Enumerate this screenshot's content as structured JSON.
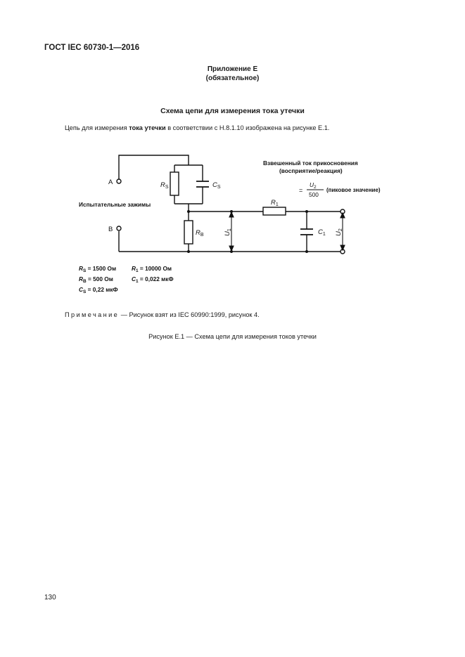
{
  "header": {
    "doc_code": "ГОСТ IEC 60730-1—2016"
  },
  "annex": {
    "title": "Приложение Е",
    "status": "(обязательное)"
  },
  "section": {
    "title": "Схема цепи для измерения тока утечки",
    "intro_before": "Цепь для измерения ",
    "intro_bold": "тока утечки",
    "intro_after": " в соответствии с H.8.1.10 изображена на рисунке Е.1."
  },
  "circuit": {
    "label_a": "A",
    "label_b": "B",
    "test_terminals": "Испытательные зажимы",
    "rs": "R",
    "rs_sub": "S",
    "cs": "C",
    "cs_sub": "S",
    "rb": "R",
    "rb_sub": "B",
    "r1": "R",
    "r1_sub": "1",
    "c1": "C",
    "c1_sub": "1",
    "u1": "U",
    "u1_sub": "1",
    "u2": "U",
    "u2_sub": "2",
    "weighted_title": "Взвешенный ток прикосновения",
    "weighted_subtitle": "(восприятие/реакция)",
    "formula_eq": "=",
    "formula_num": "U",
    "formula_num_sub": "2",
    "formula_den": "500",
    "formula_note": "(пиковое значение)",
    "values": {
      "rs_val": " = 1500 Ом",
      "rb_val": " = 500 Ом",
      "cs_val": " = 0,22 мкФ",
      "r1_val": " = 10000 Ом",
      "c1_val": " = 0,022 мкФ"
    }
  },
  "note": {
    "label": "Примечание",
    "text": " — Рисунок взят из IEC 60990:1999, рисунок 4."
  },
  "figure": {
    "caption": "Рисунок Е.1 — Схема цепи для измерения токов утечки"
  },
  "footer": {
    "page_number": "130"
  },
  "colors": {
    "ink": "#111111",
    "background": "#ffffff"
  }
}
